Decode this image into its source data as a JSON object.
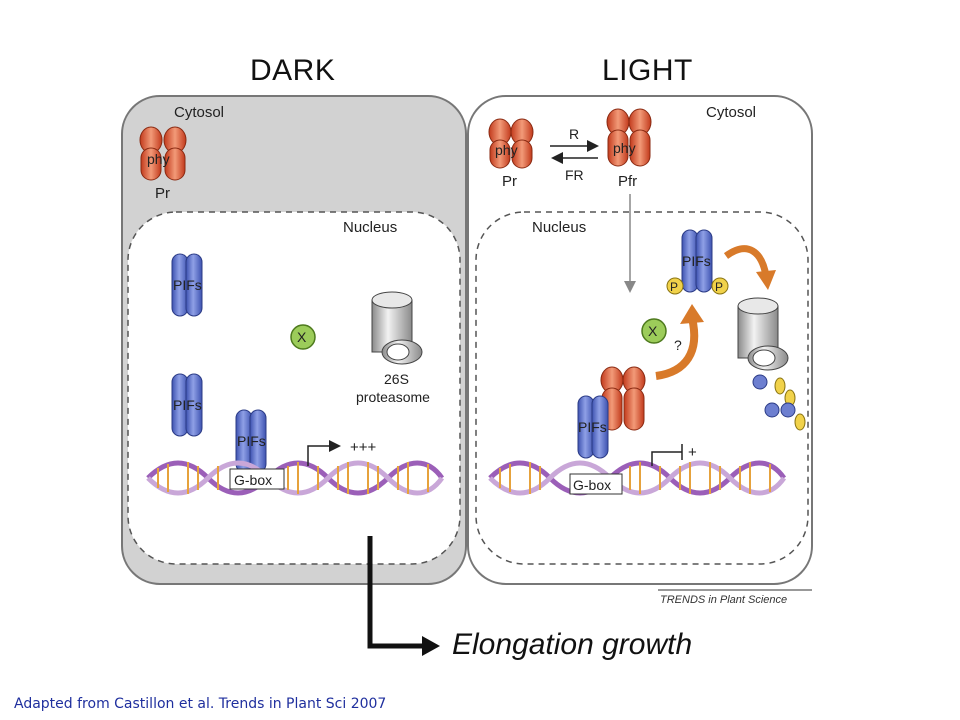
{
  "header": {
    "dark": "DARK",
    "light": "LIGHT"
  },
  "dark_cell": {
    "cytosol": "Cytosol",
    "phy": "phy",
    "pr": "Pr",
    "nucleus": "Nucleus",
    "pifs_a": "PIFs",
    "pifs_b": "PIFs",
    "pifs_c": "PIFs",
    "x": "X",
    "proteasome_1": "26S",
    "proteasome_2": "proteasome",
    "gbox": "G-box",
    "plus": "+++"
  },
  "light_cell": {
    "cytosol": "Cytosol",
    "phy_a": "phy",
    "phy_b": "phy",
    "pr": "Pr",
    "pfr": "Pfr",
    "r": "R",
    "fr": "FR",
    "nucleus": "Nucleus",
    "pifs_top": "PIFs",
    "p_a": "P",
    "p_b": "P",
    "x": "X",
    "q": "?",
    "pifs_bottom": "PIFs",
    "gbox": "G-box",
    "plus": "+"
  },
  "journal_credit": "TRENDS in Plant Science",
  "outcome": "Elongation growth",
  "citation": "Adapted from Castillon et al. Trends in Plant Sci 2007",
  "colors": {
    "pif_blue": "#5b6fc9",
    "phy_red": "#d9502f",
    "x_green": "#9ccc5a",
    "dark_bg": "#cfcfcf"
  }
}
